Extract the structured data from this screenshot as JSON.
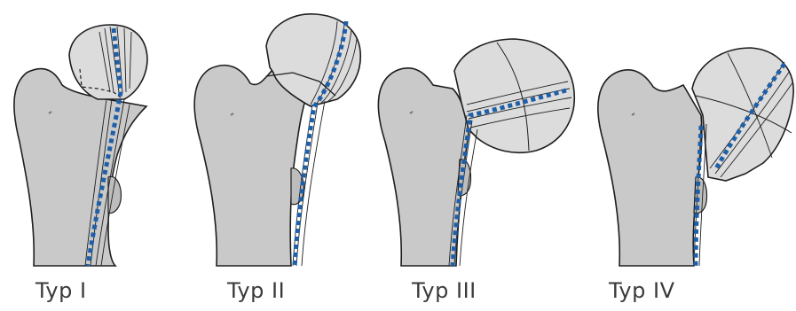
{
  "labels": {
    "type1": "Typ I",
    "type2": "Typ II",
    "type3": "Typ III",
    "type4": "Typ IV"
  },
  "colors": {
    "bone": "#c9c9c9",
    "bone_shadow": "#a9a9a9",
    "head": "#dcdcdc",
    "outline": "#1e1e1e",
    "vessel_blue": "#1f5fa8",
    "label_text": "#3a3a3a"
  }
}
